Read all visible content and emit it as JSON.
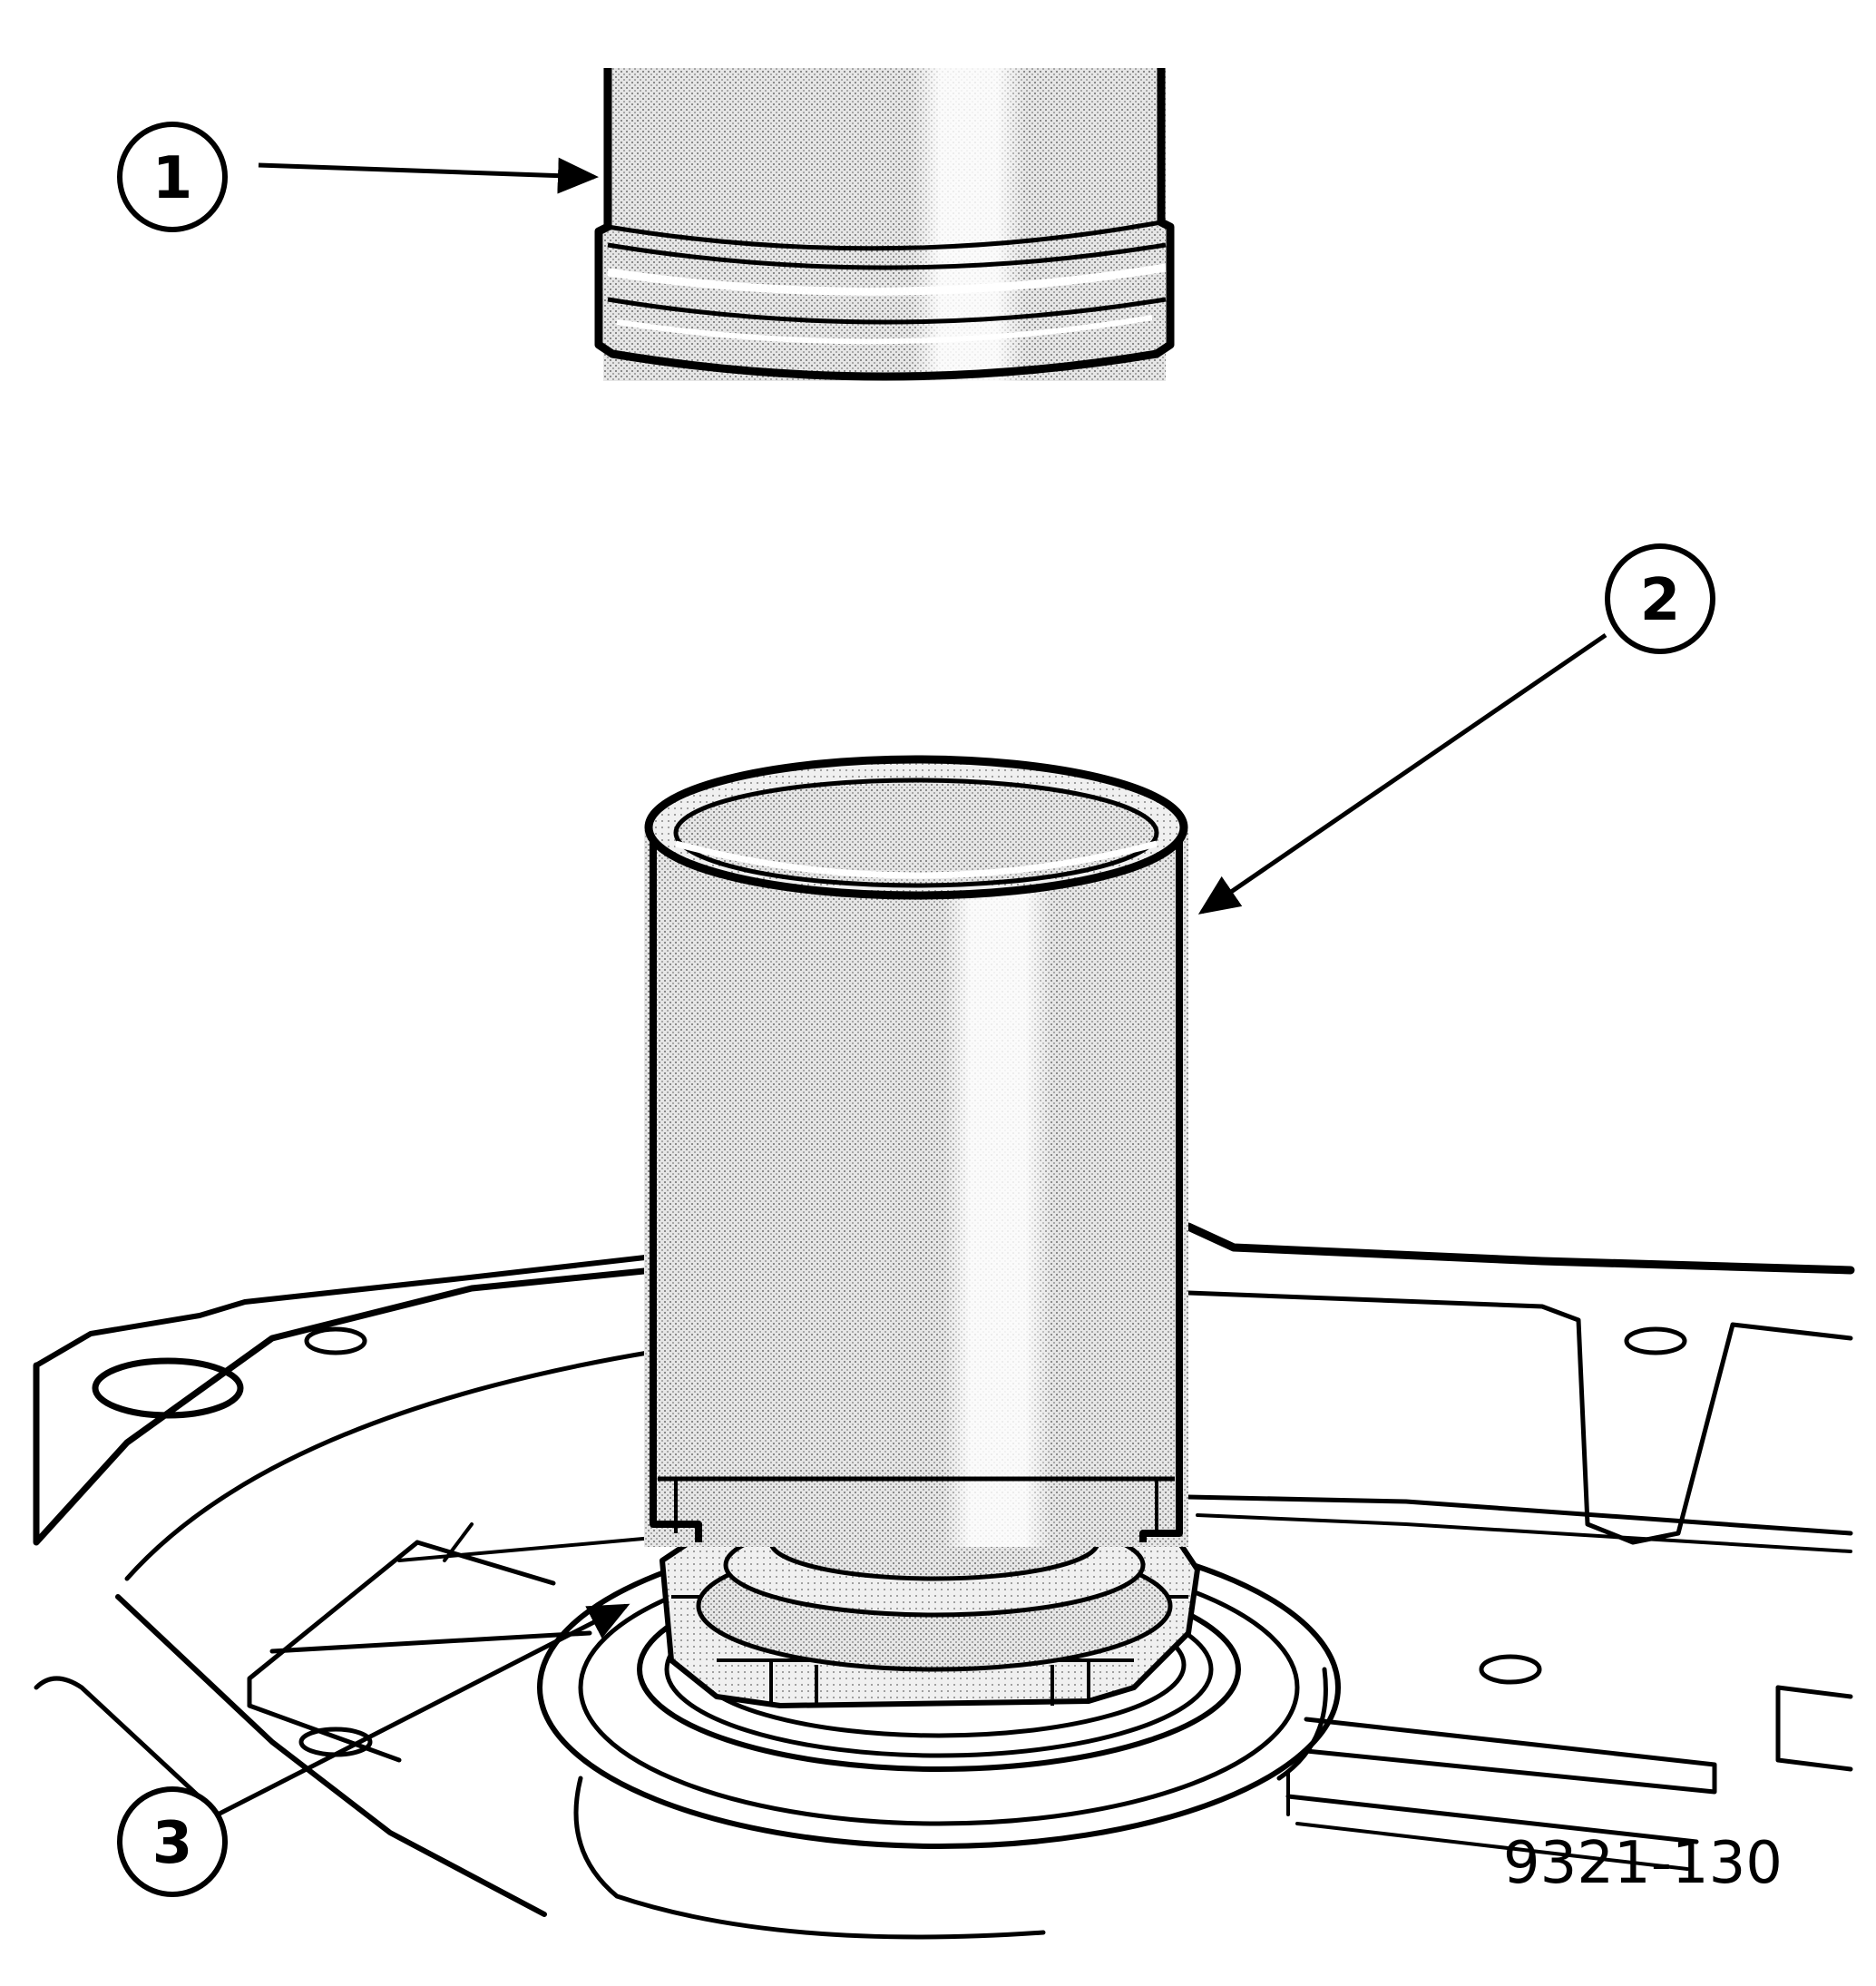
{
  "diagram": {
    "callouts": [
      {
        "id": "1",
        "label": "1"
      },
      {
        "id": "2",
        "label": "2"
      },
      {
        "id": "3",
        "label": "3"
      }
    ],
    "figure_id": "9321-130"
  }
}
